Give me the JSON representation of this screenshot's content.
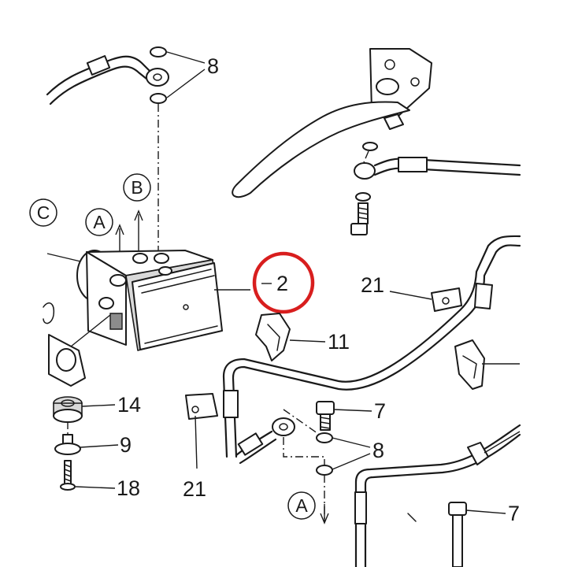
{
  "callouts": {
    "c_top_8": "8",
    "c_abs_2": "2",
    "c_21_right": "21",
    "c_11": "11",
    "c_14": "14",
    "c_9": "9",
    "c_18": "18",
    "c_21_bottom": "21",
    "c_7_mid": "7",
    "c_8_mid": "8",
    "c_7_bottom": "7"
  },
  "port_labels": {
    "port_a_left": "A",
    "port_b": "B",
    "port_c": "C",
    "port_a_bottom": "A"
  },
  "highlight": {
    "target_callout": "2",
    "color": "#d81e1e"
  }
}
